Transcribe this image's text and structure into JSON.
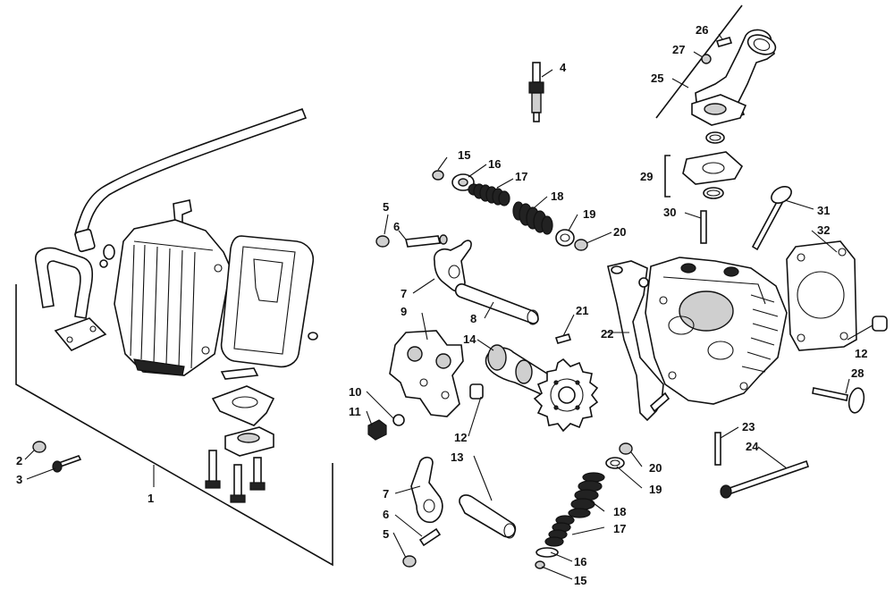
{
  "callouts": {
    "c1": "1",
    "c2": "2",
    "c3": "3",
    "c4": "4",
    "c5a": "5",
    "c5b": "5",
    "c6a": "6",
    "c6b": "6",
    "c7a": "7",
    "c7b": "7",
    "c8": "8",
    "c9": "9",
    "c10": "10",
    "c11": "11",
    "c12a": "12",
    "c12b": "12",
    "c13": "13",
    "c14": "14",
    "c15a": "15",
    "c15b": "15",
    "c16a": "16",
    "c16b": "16",
    "c17a": "17",
    "c17b": "17",
    "c18a": "18",
    "c18b": "18",
    "c19a": "19",
    "c19b": "19",
    "c20a": "20",
    "c20b": "20",
    "c21": "21",
    "c22": "22",
    "c23": "23",
    "c24": "24",
    "c25": "25",
    "c26": "26",
    "c27": "27",
    "c28": "28",
    "c29": "29",
    "c30": "30",
    "c31": "31",
    "c32": "32"
  }
}
